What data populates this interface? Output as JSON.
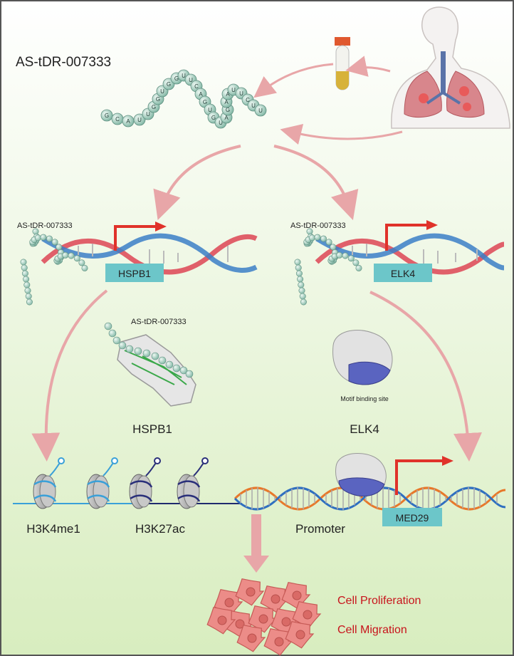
{
  "title": "AS-tDR-007333",
  "rna_sequence": [
    "G",
    "C",
    "A",
    "U",
    "U",
    "G",
    "G",
    "U",
    "G",
    "G",
    "U",
    "U",
    "C",
    "A",
    "G",
    "U",
    "G",
    "U",
    "A",
    "G",
    "A",
    "A",
    "U",
    "U",
    "C",
    "U",
    "U"
  ],
  "left_panel": {
    "rna_label": "AS-tDR-007333",
    "gene": "HSPB1"
  },
  "right_panel": {
    "rna_label": "AS-tDR-007333",
    "gene": "ELK4"
  },
  "structure_left": {
    "rna_label": "AS-tDR-007333",
    "protein_label": "HSPB1"
  },
  "structure_right": {
    "caption": "Motif binding site",
    "protein_label": "ELK4"
  },
  "chromatin": {
    "mark1": "H3K4me1",
    "mark2": "H3K27ac",
    "promoter": "Promoter",
    "target_gene": "MED29"
  },
  "outcomes": [
    "Cell Proliferation",
    "Cell Migration"
  ],
  "colors": {
    "background_top": "#ffffff",
    "background_bottom": "#dcefc4",
    "gene_box": "#6cc6c9",
    "arrow_red": "#e0322a",
    "flow_arrow": "#e8a6a8",
    "text_red": "#c8141c",
    "rna_bead": "#9cc6b8",
    "dna_red": "#e0606a",
    "dna_blue": "#3b7fc7"
  }
}
